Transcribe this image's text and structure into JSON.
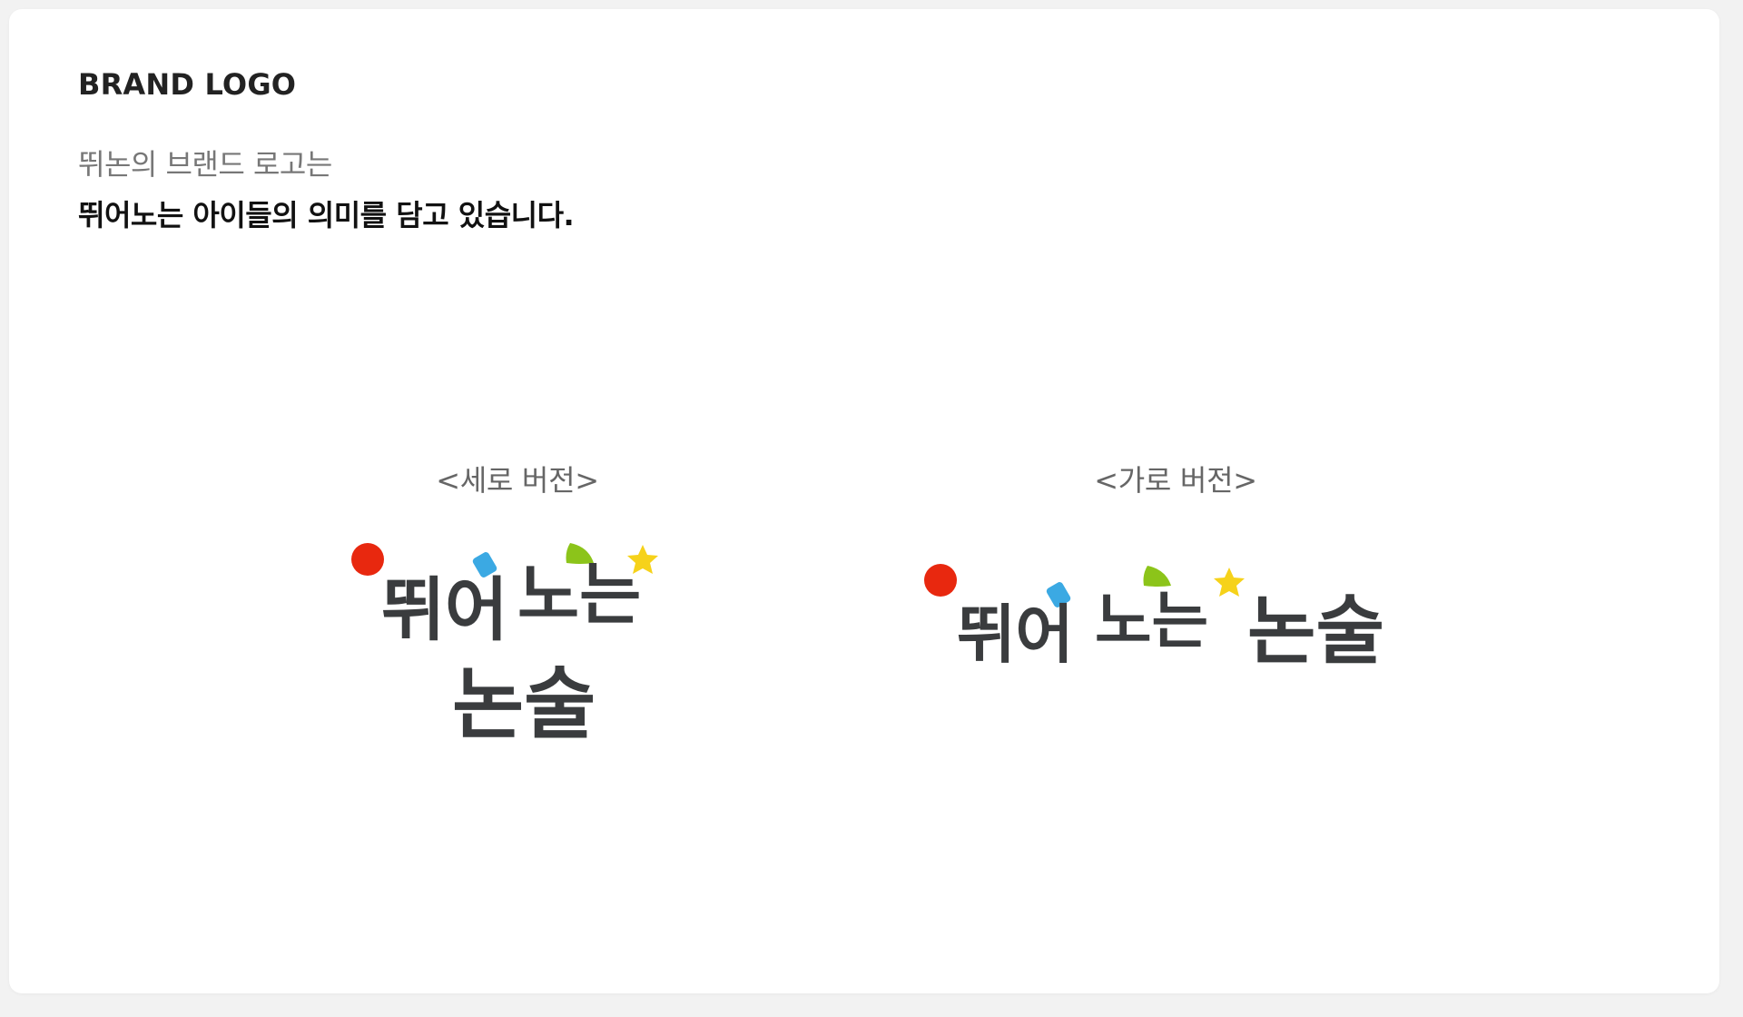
{
  "section": {
    "title": "BRAND LOGO",
    "description_line1": "뛰논의 브랜드 로고는",
    "description_line2": "뛰어노는 아이들의 의미를 담고 있습니다."
  },
  "logos": {
    "vertical": {
      "label": "<세로 버전>",
      "line1_part1": "뛰어",
      "line1_part2": "노는",
      "line2": "논술"
    },
    "horizontal": {
      "label": "<가로 버전>",
      "part1": "뛰어",
      "part2": "노는",
      "part3": "논술"
    }
  },
  "colors": {
    "logo_text": "#3a3c3e",
    "dot_red": "#e8280f",
    "square_blue": "#3ba9e3",
    "drop_green": "#8cc41a",
    "star_yellow": "#f6d21a"
  }
}
